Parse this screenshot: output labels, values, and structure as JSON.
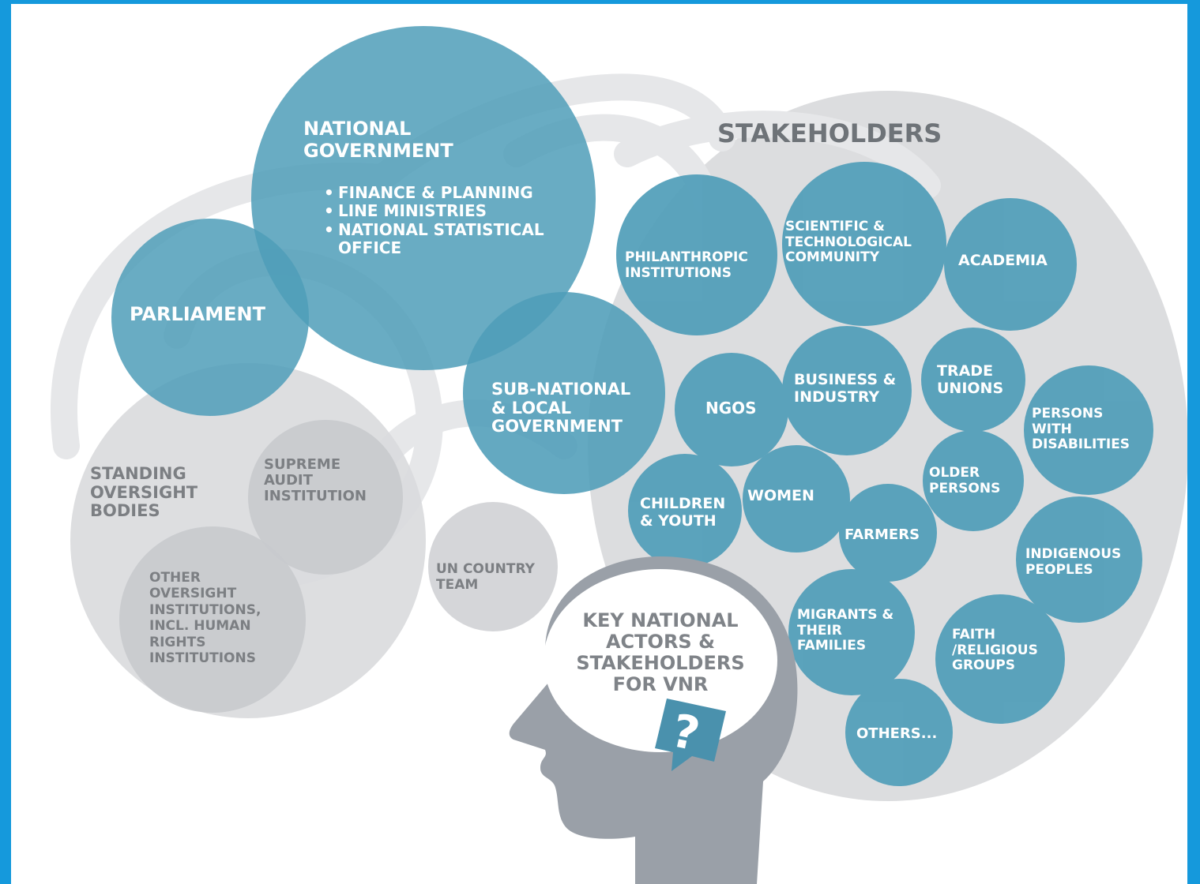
{
  "colors": {
    "border": "#1599dc",
    "teal": "#4f9db8",
    "grey_light": "#dcdddf",
    "grey_mid": "#c7c9cc",
    "head": "#9aa0a8",
    "label_dark": "#7c7f83"
  },
  "national_government": {
    "title_lines": [
      "NATIONAL",
      "GOVERNMENT"
    ],
    "items": [
      "FINANCE & PLANNING",
      "LINE MINISTRIES",
      [
        "NATIONAL STATISTICAL",
        "OFFICE"
      ]
    ]
  },
  "parliament": "PARLIAMENT",
  "sub_national": [
    "SUB-NATIONAL",
    "& LOCAL",
    "GOVERNMENT"
  ],
  "standing_oversight": [
    "STANDING",
    "OVERSIGHT",
    "BODIES"
  ],
  "supreme_audit": [
    "SUPREME",
    "AUDIT",
    "INSTITUTION"
  ],
  "other_oversight": [
    "OTHER",
    "OVERSIGHT",
    "INSTITUTIONS,",
    "INCL. HUMAN",
    "RIGHTS",
    "INSTITUTIONS"
  ],
  "un_country_team": [
    "UN COUNTRY",
    "TEAM"
  ],
  "stakeholders_title": "STAKEHOLDERS",
  "stakeholders": {
    "philanthropic": [
      "PHILANTHROPIC",
      "INSTITUTIONS"
    ],
    "scientific": [
      "SCIENTIFIC &",
      "TECHNOLOGICAL",
      "COMMUNITY"
    ],
    "academia": [
      "ACADEMIA"
    ],
    "ngos": [
      "NGOS"
    ],
    "business": [
      "BUSINESS &",
      "INDUSTRY"
    ],
    "trade_unions": [
      "TRADE",
      "UNIONS"
    ],
    "persons_disabilities": [
      "PERSONS",
      "WITH",
      "DISABILITIES"
    ],
    "older_persons": [
      "OLDER",
      "PERSONS"
    ],
    "children_youth": [
      "CHILDREN",
      "& YOUTH"
    ],
    "women": [
      "WOMEN"
    ],
    "farmers": [
      "FARMERS"
    ],
    "indigenous": [
      "INDIGENOUS",
      "PEOPLES"
    ],
    "migrants": [
      "MIGRANTS &",
      "THEIR",
      "FAMILIES"
    ],
    "faith": [
      "FAITH",
      "/RELIGIOUS",
      "GROUPS"
    ],
    "others": [
      "OTHERS..."
    ]
  },
  "center": {
    "lines": [
      "KEY NATIONAL",
      "ACTORS &",
      "STAKEHOLDERS",
      "FOR VNR"
    ],
    "question_icon": "question-mark-icon",
    "question_mark": "?"
  }
}
